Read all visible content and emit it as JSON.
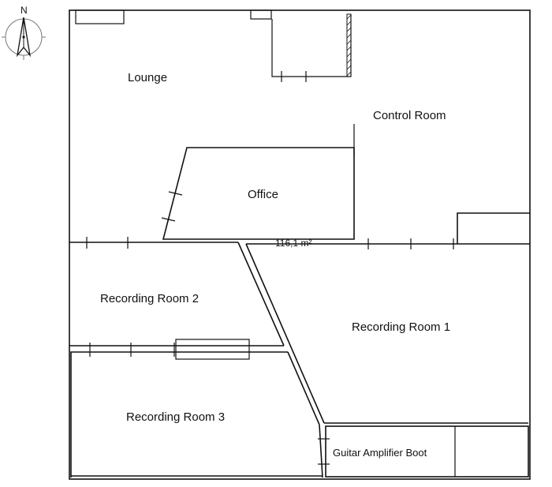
{
  "compass": {
    "north_label": "N"
  },
  "area": {
    "label": "116,1 m²"
  },
  "rooms": {
    "lounge": "Lounge",
    "control_room": "Control Room",
    "office": "Office",
    "recording_room_1": "Recording Room 1",
    "recording_room_2": "Recording Room 2",
    "recording_room_3": "Recording Room 3",
    "guitar_amp_booth": "Guitar Amplifier Boot"
  },
  "colors": {
    "line": "#111111",
    "background": "#ffffff"
  }
}
